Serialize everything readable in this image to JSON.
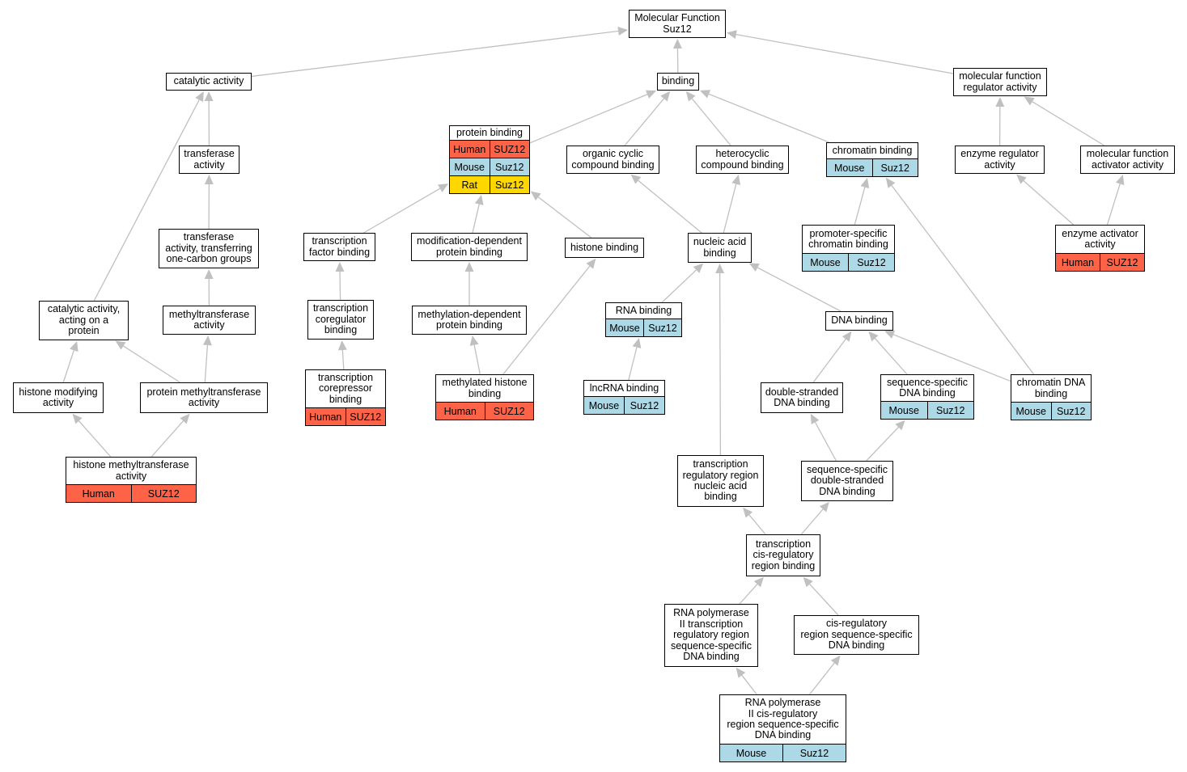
{
  "diagram": {
    "colors": {
      "Human": "#ff6347",
      "Mouse": "#add8e6",
      "Rat": "#ffd700",
      "edge": "#c0c0c0"
    },
    "nodes": [
      {
        "id": "mf",
        "label": "Molecular Function\nSuz12",
        "rows": []
      },
      {
        "id": "cat",
        "label": "catalytic activity",
        "rows": []
      },
      {
        "id": "bind",
        "label": "binding",
        "rows": []
      },
      {
        "id": "mfreg",
        "label": "molecular function\nregulator activity",
        "rows": []
      },
      {
        "id": "prot",
        "label": "protein binding",
        "rows": [
          {
            "org": "Human",
            "gene": "SUZ12"
          },
          {
            "org": "Mouse",
            "gene": "Suz12"
          },
          {
            "org": "Rat",
            "gene": "Suz12"
          }
        ]
      },
      {
        "id": "trans",
        "label": "transferase\nactivity",
        "rows": []
      },
      {
        "id": "occ",
        "label": "organic cyclic\ncompound binding",
        "rows": []
      },
      {
        "id": "het",
        "label": "heterocyclic\ncompound binding",
        "rows": []
      },
      {
        "id": "chrom",
        "label": "chromatin binding",
        "rows": [
          {
            "org": "Mouse",
            "gene": "Suz12"
          }
        ]
      },
      {
        "id": "enzreg",
        "label": "enzyme regulator\nactivity",
        "rows": []
      },
      {
        "id": "mfact",
        "label": "molecular function\nactivator activity",
        "rows": []
      },
      {
        "id": "transone",
        "label": "transferase\nactivity, transferring\none-carbon groups",
        "rows": []
      },
      {
        "id": "tfb",
        "label": "transcription\nfactor binding",
        "rows": []
      },
      {
        "id": "moddep",
        "label": "modification-dependent\nprotein binding",
        "rows": []
      },
      {
        "id": "histb",
        "label": "histone binding",
        "rows": []
      },
      {
        "id": "nab",
        "label": "nucleic acid\nbinding",
        "rows": []
      },
      {
        "id": "promspec",
        "label": "promoter-specific\nchromatin binding",
        "rows": [
          {
            "org": "Mouse",
            "gene": "Suz12"
          }
        ]
      },
      {
        "id": "enzact",
        "label": "enzyme activator\nactivity",
        "rows": [
          {
            "org": "Human",
            "gene": "SUZ12"
          }
        ]
      },
      {
        "id": "catprot",
        "label": "catalytic activity,\nacting on a\nprotein",
        "rows": []
      },
      {
        "id": "methyl",
        "label": "methyltransferase\nactivity",
        "rows": []
      },
      {
        "id": "tcoreg",
        "label": "transcription\ncoregulator\nbinding",
        "rows": []
      },
      {
        "id": "methdep",
        "label": "methylation-dependent\nprotein binding",
        "rows": []
      },
      {
        "id": "rnab",
        "label": "RNA binding",
        "rows": [
          {
            "org": "Mouse",
            "gene": "Suz12"
          }
        ]
      },
      {
        "id": "dnab",
        "label": "DNA binding",
        "rows": []
      },
      {
        "id": "histmod",
        "label": "histone modifying\nactivity",
        "rows": []
      },
      {
        "id": "protmeth",
        "label": "protein methyltransferase\nactivity",
        "rows": []
      },
      {
        "id": "tcorep",
        "label": "transcription\ncorepressor\nbinding",
        "rows": [
          {
            "org": "Human",
            "gene": "SUZ12"
          }
        ]
      },
      {
        "id": "methhist",
        "label": "methylated histone\nbinding",
        "rows": [
          {
            "org": "Human",
            "gene": "SUZ12"
          }
        ]
      },
      {
        "id": "lnc",
        "label": "lncRNA binding",
        "rows": [
          {
            "org": "Mouse",
            "gene": "Suz12"
          }
        ]
      },
      {
        "id": "dsdna",
        "label": "double-stranded\nDNA binding",
        "rows": []
      },
      {
        "id": "seqdna",
        "label": "sequence-specific\nDNA binding",
        "rows": [
          {
            "org": "Mouse",
            "gene": "Suz12"
          }
        ]
      },
      {
        "id": "chromdna",
        "label": "chromatin DNA\nbinding",
        "rows": [
          {
            "org": "Mouse",
            "gene": "Suz12"
          }
        ]
      },
      {
        "id": "hmt",
        "label": "histone methyltransferase\nactivity",
        "rows": [
          {
            "org": "Human",
            "gene": "SUZ12"
          }
        ]
      },
      {
        "id": "trrnab",
        "label": "transcription\nregulatory region\nnucleic acid\nbinding",
        "rows": []
      },
      {
        "id": "ssdsdna",
        "label": "sequence-specific\ndouble-stranded\nDNA binding",
        "rows": []
      },
      {
        "id": "tcrb",
        "label": "transcription\ncis-regulatory\nregion binding",
        "rows": []
      },
      {
        "id": "rnap2",
        "label": "RNA polymerase\nII transcription\nregulatory region\nsequence-specific\nDNA binding",
        "rows": []
      },
      {
        "id": "cisreg",
        "label": "cis-regulatory\nregion sequence-specific\nDNA binding",
        "rows": []
      },
      {
        "id": "rnap2cis",
        "label": "RNA polymerase\nII cis-regulatory\nregion sequence-specific\nDNA binding",
        "rows": [
          {
            "org": "Mouse",
            "gene": "Suz12"
          }
        ]
      }
    ],
    "edges": [
      [
        "cat",
        "mf"
      ],
      [
        "bind",
        "mf"
      ],
      [
        "mfreg",
        "mf"
      ],
      [
        "trans",
        "cat"
      ],
      [
        "catprot",
        "cat"
      ],
      [
        "prot",
        "bind"
      ],
      [
        "occ",
        "bind"
      ],
      [
        "het",
        "bind"
      ],
      [
        "chrom",
        "bind"
      ],
      [
        "enzreg",
        "mfreg"
      ],
      [
        "mfact",
        "mfreg"
      ],
      [
        "transone",
        "trans"
      ],
      [
        "tfb",
        "prot"
      ],
      [
        "moddep",
        "prot"
      ],
      [
        "histb",
        "prot"
      ],
      [
        "nab",
        "occ"
      ],
      [
        "nab",
        "het"
      ],
      [
        "promspec",
        "chrom"
      ],
      [
        "chromdna",
        "chrom"
      ],
      [
        "enzact",
        "enzreg"
      ],
      [
        "enzact",
        "mfact"
      ],
      [
        "methyl",
        "transone"
      ],
      [
        "tcoreg",
        "tfb"
      ],
      [
        "methdep",
        "moddep"
      ],
      [
        "rnab",
        "nab"
      ],
      [
        "dnab",
        "nab"
      ],
      [
        "trrnab",
        "nab"
      ],
      [
        "histmod",
        "catprot"
      ],
      [
        "protmeth",
        "catprot"
      ],
      [
        "protmeth",
        "methyl"
      ],
      [
        "tcorep",
        "tcoreg"
      ],
      [
        "methhist",
        "methdep"
      ],
      [
        "methhist",
        "histb"
      ],
      [
        "lnc",
        "rnab"
      ],
      [
        "dsdna",
        "dnab"
      ],
      [
        "seqdna",
        "dnab"
      ],
      [
        "chromdna",
        "dnab"
      ],
      [
        "hmt",
        "histmod"
      ],
      [
        "hmt",
        "protmeth"
      ],
      [
        "ssdsdna",
        "dsdna"
      ],
      [
        "ssdsdna",
        "seqdna"
      ],
      [
        "tcrb",
        "trrnab"
      ],
      [
        "tcrb",
        "ssdsdna"
      ],
      [
        "rnap2",
        "tcrb"
      ],
      [
        "cisreg",
        "tcrb"
      ],
      [
        "rnap2cis",
        "rnap2"
      ],
      [
        "rnap2cis",
        "cisreg"
      ]
    ]
  }
}
